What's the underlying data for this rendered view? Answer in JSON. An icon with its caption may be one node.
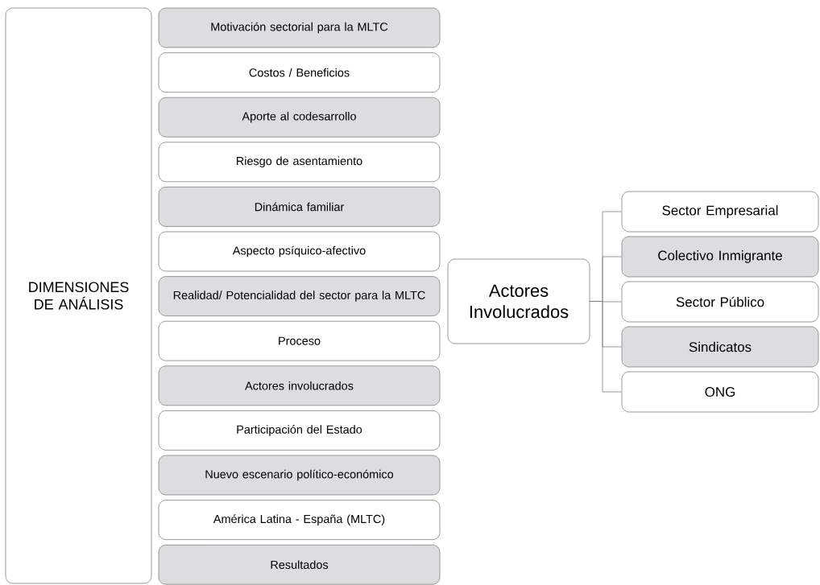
{
  "diagram": {
    "nodes": [
      {
        "text": [
          "DIMENSIONES DE ANÁLISIS"
        ]
      },
      {
        "text": [
          "Motivación sectorial para la MLTC"
        ]
      },
      {
        "text": [
          "Costos / Beneficios"
        ]
      },
      {
        "text": [
          "Aporte al codesarrollo"
        ]
      },
      {
        "text": [
          "Riesgo de asentamiento"
        ]
      },
      {
        "text": [
          "Dinámica familiar"
        ]
      },
      {
        "text": [
          "Aspecto psíquico-afectivo"
        ]
      },
      {
        "text": [
          "Realidad/ Potencialidad del sector para la MLTC"
        ]
      },
      {
        "text": [
          "Proceso"
        ]
      },
      {
        "text": [
          "Actores involucrados"
        ]
      },
      {
        "text": [
          "Participación del Estado"
        ]
      },
      {
        "text": [
          "Nuevo escenario político-económico"
        ]
      },
      {
        "text": [
          "América Latina - España (MLTC)"
        ]
      },
      {
        "text": [
          "Resultados"
        ]
      },
      {
        "text": [
          "Actores Involucrados"
        ]
      },
      {
        "text": [
          "Sector Empresarial"
        ]
      },
      {
        "text": [
          "Colectivo Inmigrante"
        ]
      },
      {
        "text": [
          "Sector Público"
        ]
      },
      {
        "text": [
          "Sindicatos"
        ]
      },
      {
        "text": [
          "ONG"
        ]
      }
    ],
    "edges": [
      {
        "from": 14,
        "to": 15,
        "arrow": "none"
      },
      {
        "from": 14,
        "to": 16,
        "arrow": "none"
      },
      {
        "from": 14,
        "to": 17,
        "arrow": "none"
      },
      {
        "from": 14,
        "to": 18,
        "arrow": "none"
      },
      {
        "from": 14,
        "to": 19,
        "arrow": "none"
      }
    ]
  }
}
